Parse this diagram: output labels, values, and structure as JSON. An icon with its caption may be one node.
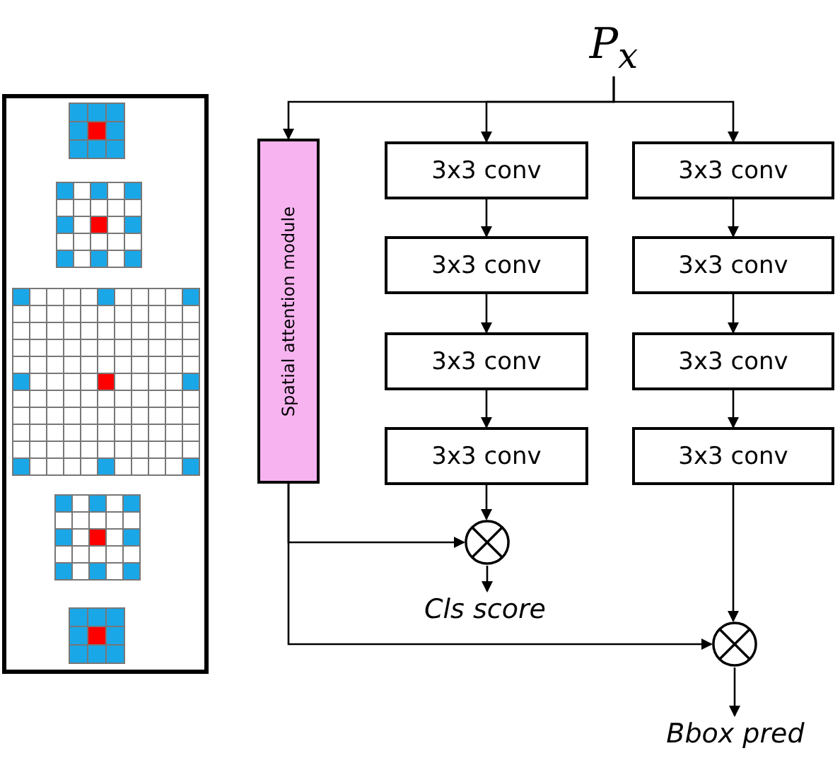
{
  "diagram": {
    "nodes": [
      {
        "text": [
          "P$_{x}$"
        ]
      },
      {
        "text": [
          "Spatial attention module"
        ]
      },
      {
        "text": [
          "3x3 conv"
        ]
      },
      {
        "text": [
          "3x3 conv"
        ]
      },
      {
        "text": [
          "3x3 conv"
        ]
      },
      {
        "text": [
          "3x3 conv"
        ]
      },
      {
        "text": [
          "3x3 conv"
        ]
      },
      {
        "text": [
          "3x3 conv"
        ]
      },
      {
        "text": [
          "3x3 conv"
        ]
      },
      {
        "text": [
          "3x3 conv"
        ]
      },
      {
        "text": [],
        "shape": "circle"
      },
      {
        "text": [
          "Cls score"
        ]
      },
      {
        "text": [],
        "shape": "circle"
      },
      {
        "text": [
          "Bbox pred"
        ]
      }
    ],
    "edges": [
      {
        "from": 0,
        "to": 1,
        "arrow": "to"
      },
      {
        "from": 0,
        "to": 2,
        "arrow": "to"
      },
      {
        "from": 0,
        "to": 6,
        "arrow": "to"
      },
      {
        "from": 2,
        "to": 3,
        "arrow": "to"
      },
      {
        "from": 3,
        "to": 4,
        "arrow": "to"
      },
      {
        "from": 4,
        "to": 5,
        "arrow": "to"
      },
      {
        "from": 6,
        "to": 7,
        "arrow": "to"
      },
      {
        "from": 7,
        "to": 8,
        "arrow": "to"
      },
      {
        "from": 8,
        "to": 9,
        "arrow": "to"
      },
      {
        "from": 5,
        "to": 10,
        "arrow": "to"
      },
      {
        "from": 1,
        "to": 10,
        "arrow": "to"
      },
      {
        "from": 10,
        "to": 11,
        "arrow": "to"
      },
      {
        "from": 9,
        "to": 12,
        "arrow": "to"
      },
      {
        "from": 1,
        "to": 12,
        "arrow": "to"
      },
      {
        "from": 12,
        "to": 13,
        "arrow": "to"
      }
    ]
  }
}
